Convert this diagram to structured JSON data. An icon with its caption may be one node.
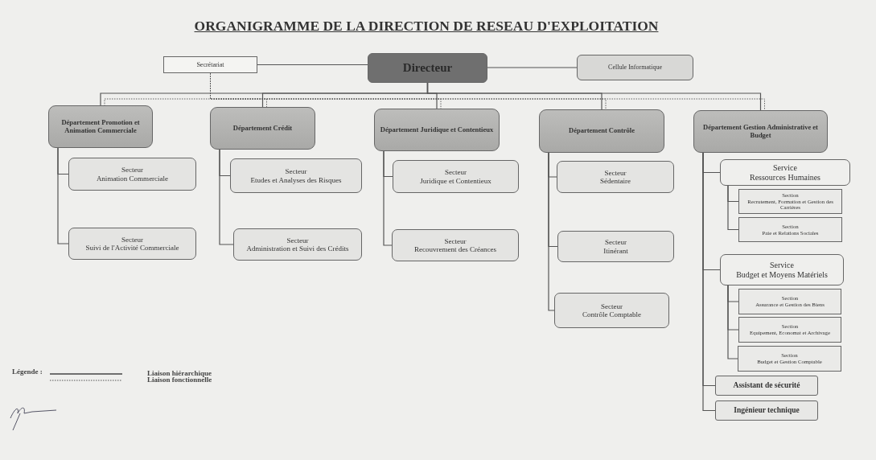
{
  "diagram": {
    "title": "ORGANIGRAMME DE LA DIRECTION DE RESEAU D'EXPLOITATION",
    "nodes": [
      {
        "text": [
          "Secrétariat"
        ]
      },
      {
        "text": [
          "Directeur"
        ]
      },
      {
        "text": [
          "Cellule Informatique"
        ]
      },
      {
        "text": [
          "Département Promotion et Animation Commerciale"
        ]
      },
      {
        "text": [
          "Département Crédit"
        ]
      },
      {
        "text": [
          "Département Juridique et Contentieux"
        ]
      },
      {
        "text": [
          "Département Contrôle"
        ]
      },
      {
        "text": [
          "Département Gestion Administrative et Budget"
        ]
      },
      {
        "text": [
          "Secteur",
          "Animation Commerciale"
        ]
      },
      {
        "text": [
          "Secteur",
          "Suivi de l'Activité Commerciale"
        ]
      },
      {
        "text": [
          "Secteur",
          "Etudes et Analyses des Risques"
        ]
      },
      {
        "text": [
          "Secteur",
          "Administration et Suivi des Crédits"
        ]
      },
      {
        "text": [
          "Secteur",
          "Juridique et Contentieux"
        ]
      },
      {
        "text": [
          "Secteur",
          "Recouvrement des Créances"
        ]
      },
      {
        "text": [
          "Secteur",
          "Sédentaire"
        ]
      },
      {
        "text": [
          "Secteur",
          "Itinérant"
        ]
      },
      {
        "text": [
          "Secteur",
          "Contrôle Comptable"
        ]
      },
      {
        "text": [
          "Service",
          "Ressources Humaines"
        ]
      },
      {
        "text": [
          "Section",
          "Recrutement, Formation et Gestion des Carrières"
        ]
      },
      {
        "text": [
          "Section",
          "Paie et Relations Sociales"
        ]
      },
      {
        "text": [
          "Service",
          "Budget et Moyens Matériels"
        ]
      },
      {
        "text": [
          "Section",
          "Assurance et Gestion des Biens"
        ]
      },
      {
        "text": [
          "Section",
          "Equipement, Economat et Archivage"
        ]
      },
      {
        "text": [
          "Section",
          "Budget et Gestion Comptable"
        ]
      },
      {
        "text": [
          "Assistant de sécurité"
        ]
      },
      {
        "text": [
          "Ingénieur technique"
        ]
      }
    ],
    "edges": [
      {
        "from": 0,
        "to": 1,
        "arrow": "none"
      },
      {
        "from": 1,
        "to": 2,
        "arrow": "none"
      },
      {
        "from": 1,
        "to": 3,
        "arrow": "none"
      },
      {
        "from": 1,
        "to": 4,
        "arrow": "none"
      },
      {
        "from": 1,
        "to": 5,
        "arrow": "none"
      },
      {
        "from": 1,
        "to": 6,
        "arrow": "none"
      },
      {
        "from": 1,
        "to": 7,
        "arrow": "none"
      },
      {
        "from": 0,
        "to": 3,
        "arrow": "none",
        "style": "dashed"
      },
      {
        "from": 0,
        "to": 4,
        "arrow": "none",
        "style": "dashed"
      },
      {
        "from": 0,
        "to": 5,
        "arrow": "none",
        "style": "dashed"
      },
      {
        "from": 0,
        "to": 6,
        "arrow": "none",
        "style": "dashed"
      },
      {
        "from": 0,
        "to": 7,
        "arrow": "none",
        "style": "dashed"
      },
      {
        "from": 3,
        "to": 8,
        "arrow": "none"
      },
      {
        "from": 3,
        "to": 9,
        "arrow": "none"
      },
      {
        "from": 4,
        "to": 10,
        "arrow": "none"
      },
      {
        "from": 4,
        "to": 11,
        "arrow": "none"
      },
      {
        "from": 5,
        "to": 12,
        "arrow": "none"
      },
      {
        "from": 5,
        "to": 13,
        "arrow": "none"
      },
      {
        "from": 6,
        "to": 14,
        "arrow": "none"
      },
      {
        "from": 6,
        "to": 15,
        "arrow": "none"
      },
      {
        "from": 6,
        "to": 16,
        "arrow": "none"
      },
      {
        "from": 7,
        "to": 17,
        "arrow": "none"
      },
      {
        "from": 17,
        "to": 18,
        "arrow": "none"
      },
      {
        "from": 17,
        "to": 19,
        "arrow": "none"
      },
      {
        "from": 7,
        "to": 20,
        "arrow": "none"
      },
      {
        "from": 20,
        "to": 21,
        "arrow": "none"
      },
      {
        "from": 20,
        "to": 22,
        "arrow": "none"
      },
      {
        "from": 20,
        "to": 23,
        "arrow": "none"
      },
      {
        "from": 7,
        "to": 24,
        "arrow": "none"
      },
      {
        "from": 7,
        "to": 25,
        "arrow": "none"
      }
    ],
    "labels": [
      "Légende :"
    ],
    "legend": [
      {
        "text": "Liaison hiérarchique"
      },
      {
        "text": "Liaison fonctionnelle"
      }
    ]
  }
}
